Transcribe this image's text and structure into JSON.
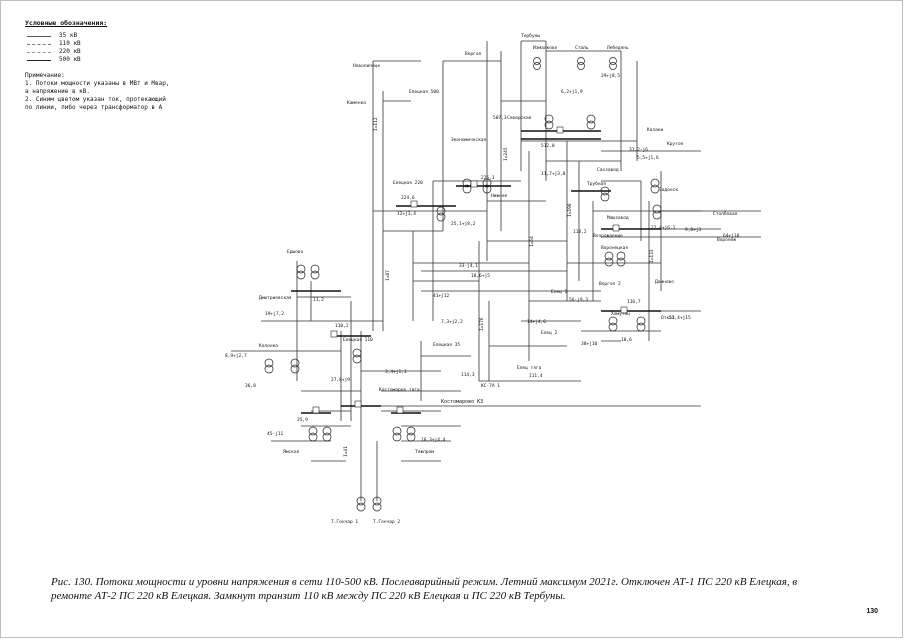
{
  "legend": {
    "title": "Условные обозначения:",
    "items": [
      {
        "label": "35 кВ",
        "color": "#555555",
        "dash": "none"
      },
      {
        "label": "110 кВ",
        "color": "#777777",
        "dash": "2,1"
      },
      {
        "label": "220 кВ",
        "color": "#999999",
        "dash": "3,2"
      },
      {
        "label": "500 кВ",
        "color": "#222222",
        "dash": "none"
      }
    ],
    "notes": [
      "Примечание:",
      "1. Потоки мощности указаны в МВт и Мвар,",
      "а напряжение в кВ.",
      "2. Синим цветом указан ток, протекающий",
      "по линии, либо через трансформатор в А"
    ]
  },
  "scheme": {
    "labels": {
      "novolipetsk": "Новолипецк",
      "eletsk_500": "Елецкая 500",
      "eletskaya_220": "Елецкая 220",
      "eletskaya_110": "Елецкая 110",
      "eletsk_tyaga": "Елец тяга",
      "eletskaya_35": "Елецкая 35",
      "kolonka": "Колонка",
      "dmitriyev": "Дмитриевская",
      "kosto_tyaga": "Костомаров тяга",
      "kostomarovo": "Костомарово КЗ",
      "tyazh": "Тяжпром",
      "tgonchar_1": "Т.Гончар 1",
      "tgonchar_2": "Т.Гончар 2",
      "yamskaya": "Ямская",
      "terbuny": "Тербуны",
      "izmalkovo": "Измалково",
      "stal": "Сталь",
      "lebedyan": "Лебедянь",
      "vorgol": "Воргол",
      "kamenka": "Каменка",
      "ekonomicheskaya": "Экономическая",
      "elets_1": "Елец 1",
      "elets_2": "Елец 2",
      "sahar": "Сахзавод",
      "trubnaya": "Трубная",
      "mashzavod": "Машзавод",
      "voronetskaya": "Воронецкая",
      "vorgol_2": "Воргол 2",
      "zadonsk": "Задонск",
      "domnovo": "Домново",
      "khomutets": "Хомутец",
      "otkaz": "Отказ",
      "stolbovaya": "Столбовая",
      "krutoe": "Крутое",
      "vozrozhdenie": "Возрождение",
      "seversky": "Северская",
      "nizhnyaya": "Нижнее",
      "ershovo": "Ершово",
      "voronezh": "Воронеж",
      "kazaki": "Казаки",
      "ks_1": "КС-7А 1",
      "val_110_1": "110,2",
      "val_111_4": "111,4",
      "val_114_3": "114,3",
      "val_116_7": "116,7",
      "val_118_2": "118,2",
      "val_36_8": "36,8",
      "val_35_9": "35,9",
      "val_224_6": "224,6",
      "val_226_1": "226,1",
      "val_507_3": "507,3",
      "val_512": "512,0",
      "val_11_2": "11,2",
      "val_10_6": "10,6",
      "flow_a": "12+j3,4",
      "flow_b": "25,1+j8,2",
      "flow_c": "33-j4,1",
      "flow_d": "18,6+j5",
      "flow_e": "41+j12",
      "flow_f": "7,3+j2,2",
      "flow_g": "56-j9,3",
      "flow_h": "14+j4,6",
      "flow_i": "22,4+j6,1",
      "flow_j": "9,8+j3",
      "flow_k": "64+j18",
      "flow_l": "31,2-j6",
      "flow_m": "5,5+j1,6",
      "flow_n": "19+j7,2",
      "flow_o": "27,8+j9",
      "flow_p": "3,4+j1,1",
      "flow_q": "45-j11",
      "flow_r": "16,3+j4,4",
      "flow_s": "8,9+j2,7",
      "flow_t": "38+j10",
      "flow_u": "11,7+j3,8",
      "flow_v": "29+j8,5",
      "flow_w": "6,2+j1,9",
      "flow_x": "52,4+j15",
      "cur_1": "I=112",
      "cur_2": "I=87",
      "cur_3": "I=245",
      "cur_4": "I=64",
      "cur_5": "I=198",
      "cur_6": "I=133",
      "cur_7": "I=41",
      "cur_8": "I=176"
    }
  },
  "caption": {
    "text": "Рис.  130. Потоки мощности и уровни напряжения в сети 110-500 кВ. Послеаварийный режим. Летний максимум 2021г. Отключен АТ-1 ПС 220 кВ Елецкая, в ремонте АТ-2 ПС 220 кВ Елецкая. Замкнут транзит 110 кВ между ПС 220 кВ Елецкая и ПС 220 кВ Тербуны."
  },
  "page_number": "130"
}
